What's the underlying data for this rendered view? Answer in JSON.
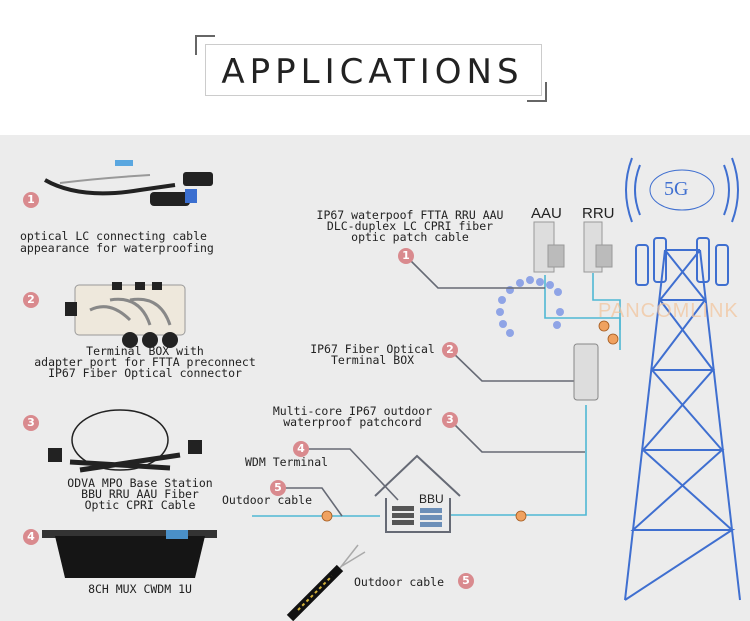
{
  "header": {
    "title": "APPLICATIONS"
  },
  "products": [
    {
      "num": "1",
      "caption": "optical LC connecting cable\nappearance for waterproofing"
    },
    {
      "num": "2",
      "caption": "Terminal BOX with\nadapter port for FTTA preconnect\nIP67 Fiber Optical connector"
    },
    {
      "num": "3",
      "caption": "ODVA MPO Base Station\nBBU RRU AAU Fiber\nOptic CPRI Cable"
    },
    {
      "num": "4",
      "caption": "8CH MUX CWDM 1U"
    }
  ],
  "diagram": {
    "callout1": {
      "num": "1",
      "text": "IP67 waterpoof FTTA RRU AAU\nDLC-duplex LC CPRI fiber\noptic patch cable"
    },
    "callout2": {
      "num": "2",
      "text": "IP67 Fiber Optical\nTerminal BOX"
    },
    "callout3": {
      "num": "3",
      "text": "Multi-core IP67 outdoor\nwaterproof patchcord"
    },
    "callout4": {
      "num": "4",
      "text": "WDM Terminal"
    },
    "callout5": {
      "num": "5",
      "text": "Outdoor cable"
    },
    "callout5b": {
      "num": "5",
      "text": "Outdoor cable"
    },
    "aau": "AAU",
    "rru": "RRU",
    "bbu": "BBU",
    "tower_label": "5G",
    "watermark": "PANCOMLINK"
  },
  "colors": {
    "fiber": "#4fb8d4",
    "callout_line": "#666a75",
    "badge": "#d98a8e",
    "tower": "#3f6fd0",
    "panel": "#ececec"
  }
}
